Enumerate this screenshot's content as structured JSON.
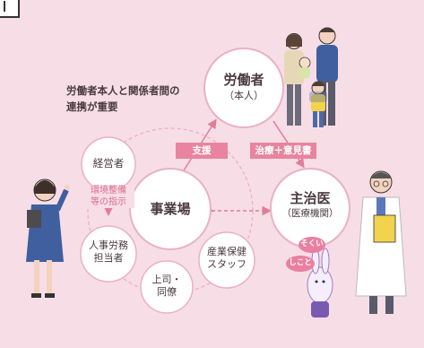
{
  "heading": {
    "line1": "労働者本人と関係者間の",
    "line2": "連携が重要"
  },
  "nodes": {
    "worker": {
      "line1": "労働者",
      "line2": "（本人）"
    },
    "workplace": {
      "line1": "事業場"
    },
    "doctor": {
      "line1": "主治医",
      "line2": "（医療機関）"
    },
    "management": {
      "line1": "経営者"
    },
    "hr": {
      "line1": "人事労務",
      "line2": "担当者"
    },
    "boss": {
      "line1": "上司・",
      "line2": "同僚"
    },
    "health_staff": {
      "line1": "産業保健",
      "line2": "スタッフ"
    }
  },
  "tags": {
    "support": "支援",
    "treatment": "治療＋意見書"
  },
  "instruction": {
    "line1": "環境整備",
    "line2": "等の指示"
  },
  "character_badges": {
    "left": "そくい",
    "right": "しこと"
  },
  "colors": {
    "background": "#f7dde6",
    "circle_fill": "#ffffff",
    "circle_stroke": "#e8a8bc",
    "tag_fill": "#e8849f",
    "arrow": "#e07d99",
    "text": "#4a3a40"
  }
}
